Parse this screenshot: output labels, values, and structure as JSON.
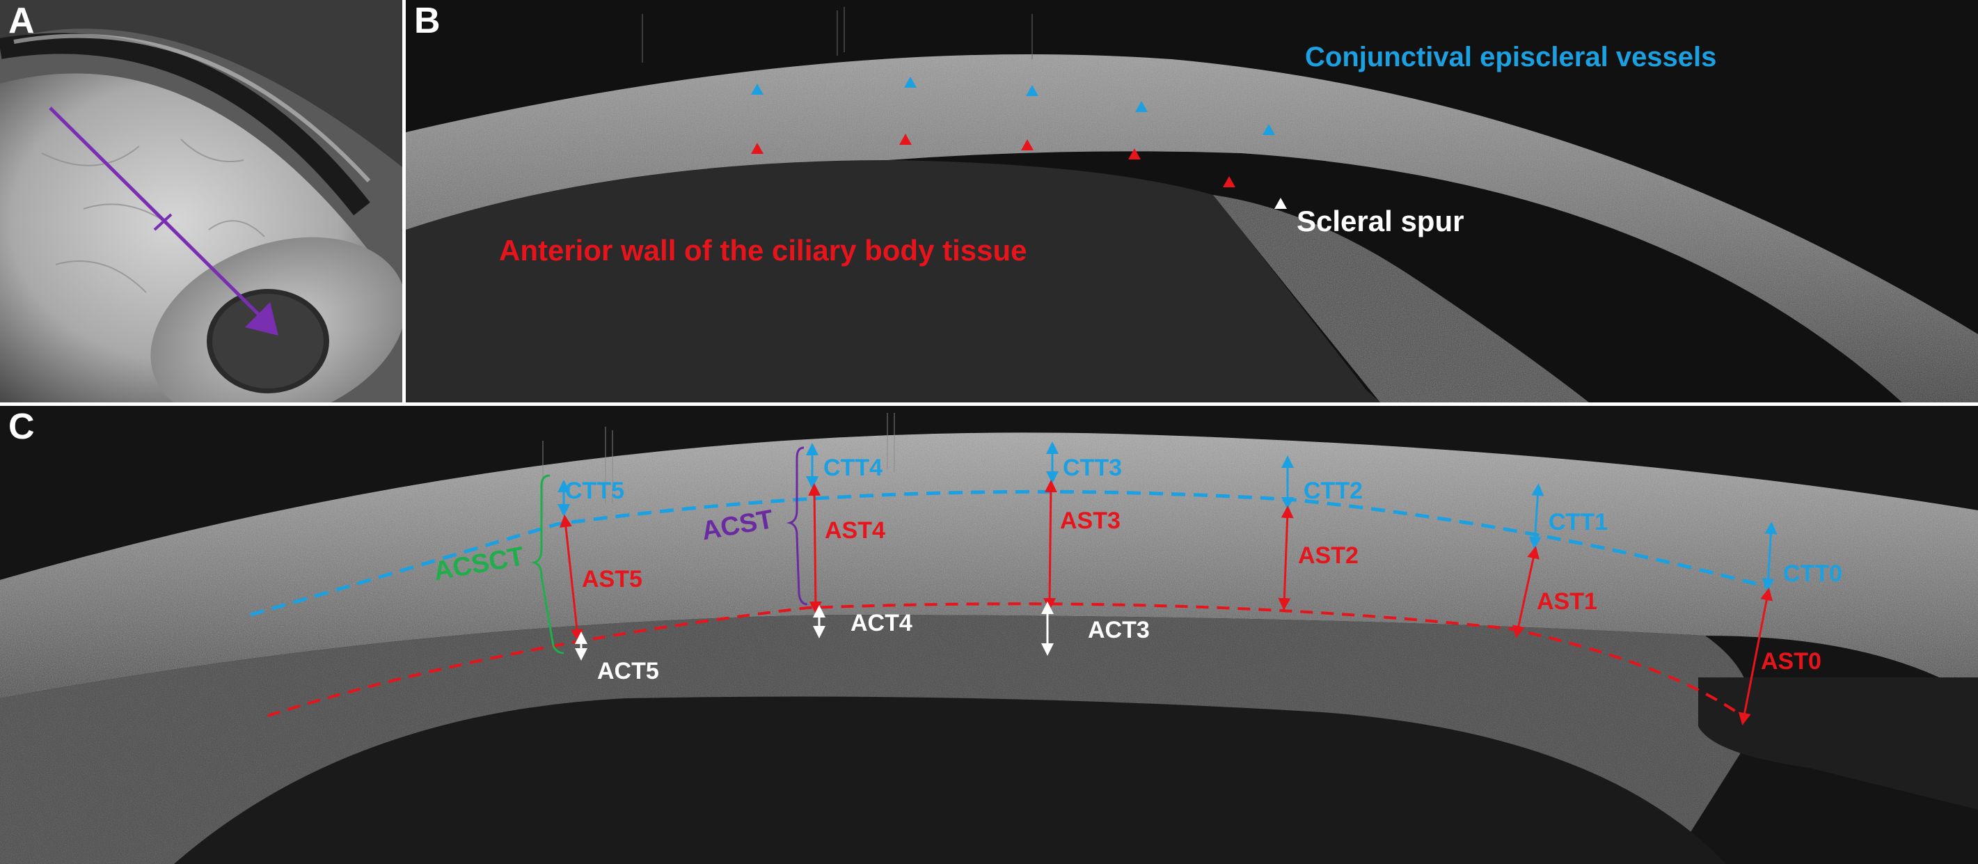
{
  "panels": {
    "a": {
      "letter": "A"
    },
    "b": {
      "letter": "B"
    },
    "c": {
      "letter": "C"
    }
  },
  "panel_b_labels": {
    "vessels": "Conjunctival episcleral vessels",
    "ciliary": "Anterior wall of the ciliary body tissue",
    "spur": "Scleral spur"
  },
  "panel_c_labels": {
    "ctt": [
      "CTT5",
      "CTT4",
      "CTT3",
      "CTT2",
      "CTT1",
      "CTT0"
    ],
    "ast": [
      "AST5",
      "AST4",
      "AST3",
      "AST2",
      "AST1",
      "AST0"
    ],
    "act": [
      "ACT5",
      "ACT4",
      "ACT3"
    ],
    "acsct": "ACSCT",
    "acst": "ACST"
  },
  "colors": {
    "blue": "#1ba1e2",
    "red": "#e8141c",
    "white": "#ffffff",
    "green": "#1fae4b",
    "purple": "#6a2aa0",
    "scan_arrow": "#7a2fb3"
  }
}
